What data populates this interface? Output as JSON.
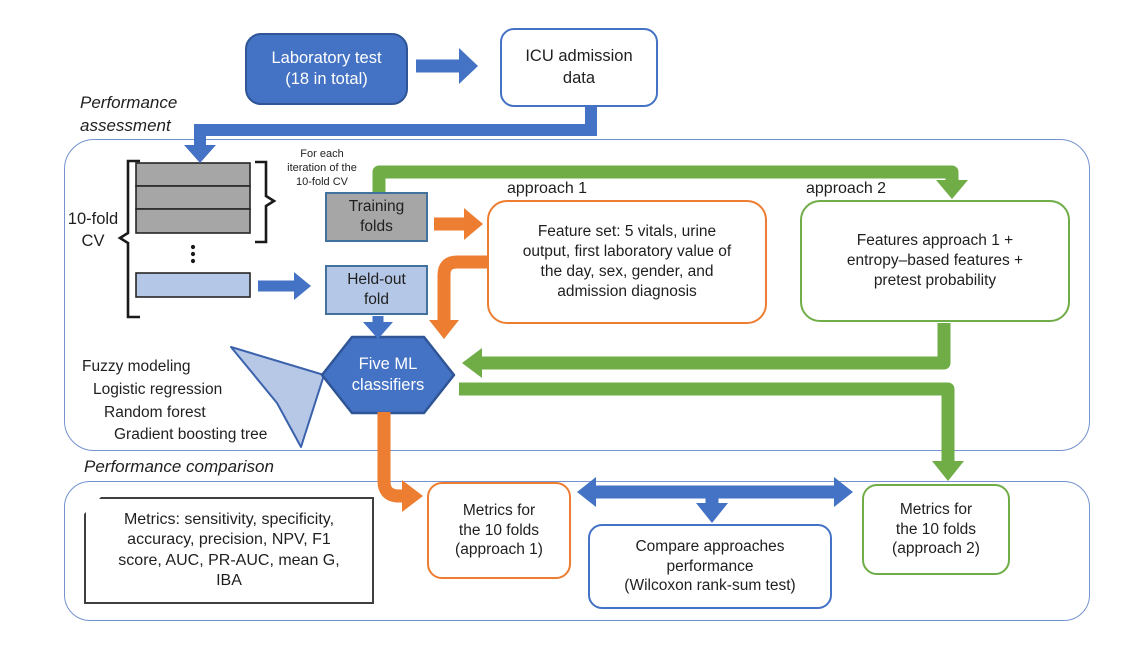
{
  "colors": {
    "blue": "#4472c4",
    "blue_dark": "#2f5597",
    "orange": "#ed7d31",
    "green": "#70ad47",
    "gray": "#a6a6a6",
    "light_blue": "#b4c7e7",
    "container_border": "#7593cf"
  },
  "labels": {
    "performance_assessment": "Performance\nassessment",
    "performance_comparison": "Performance comparison",
    "ten_fold_cv": "10-fold\nCV",
    "for_each_iteration": "For each\niteration of the\n10-fold CV",
    "approach1": "approach 1",
    "approach2": "approach 2"
  },
  "nodes": {
    "lab_test": "Laboratory test\n(18 in total)",
    "icu_admission": "ICU admission\ndata",
    "training_folds": "Training\nfolds",
    "held_out_fold": "Held-out\nfold",
    "feature_set_approach1": "Feature set: 5 vitals, urine\noutput, first laboratory value of\nthe day, sex, gender, and\nadmission diagnosis",
    "feature_set_approach2": "Features approach 1 +\nentropy–based features +\npretest probability",
    "five_ml_classifiers": "Five ML\nclassifiers",
    "classifier_list": [
      "Fuzzy modeling",
      "Logistic regression",
      "Random forest",
      "Gradient boosting tree"
    ],
    "metrics_definition": "Metrics: sensitivity, specificity,\naccuracy, precision, NPV, F1\nscore, AUC, PR-AUC, mean G,\nIBA",
    "metrics_approach1": "Metrics for\nthe 10 folds\n(approach 1)",
    "compare_approaches": "Compare approaches\nperformance\n(Wilcoxon rank-sum test)",
    "metrics_approach2": "Metrics for\nthe 10 folds\n(approach 2)"
  }
}
